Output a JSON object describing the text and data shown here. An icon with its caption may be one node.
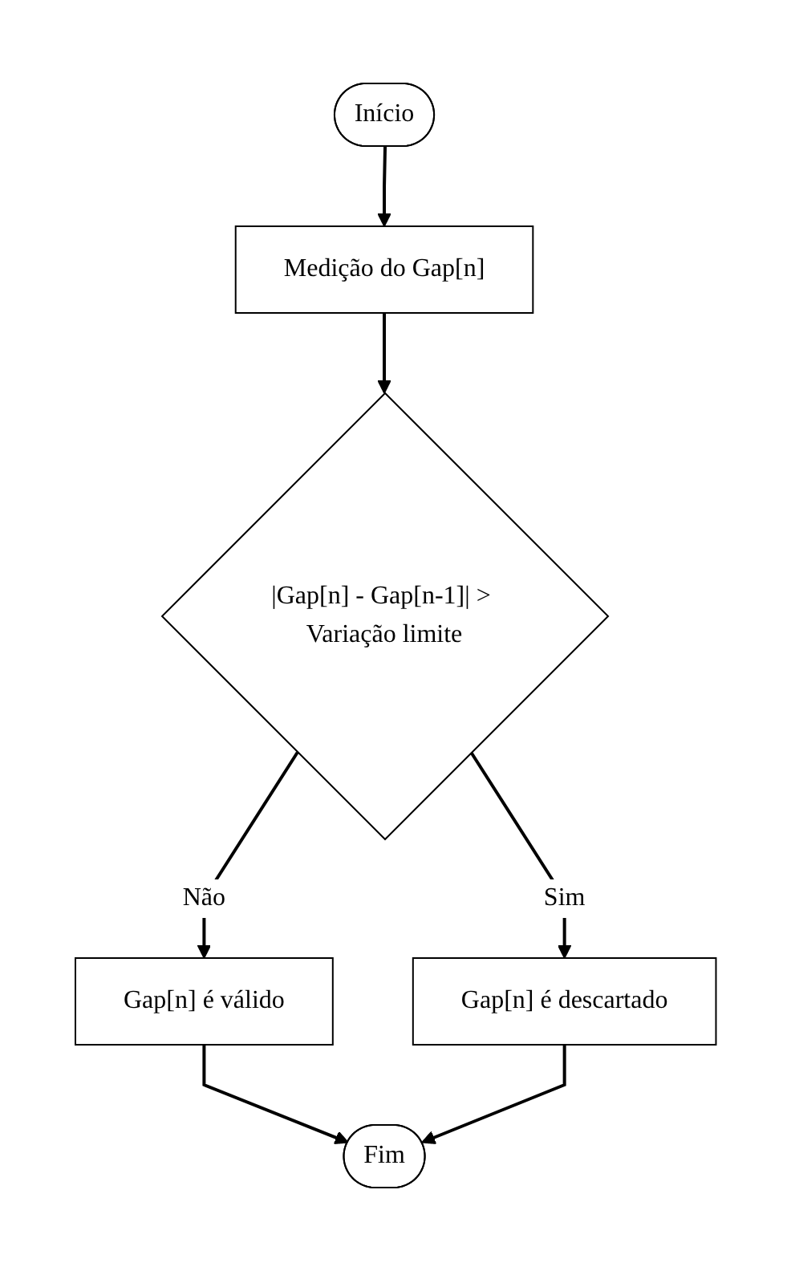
{
  "diagram": {
    "nodes": [
      {
        "text": [
          "Início"
        ]
      },
      {
        "text": [
          "Medição do Gap[n]"
        ]
      },
      {
        "text": [
          "|Gap[n] - Gap[n-1]| > Variação limite"
        ]
      },
      {
        "text": [
          "Gap[n] é válido"
        ]
      },
      {
        "text": [
          "Gap[n] é descartado"
        ]
      },
      {
        "text": [
          "Fim"
        ]
      }
    ],
    "edges": [
      {
        "from": 0,
        "to": 1,
        "arrow": "to"
      },
      {
        "from": 1,
        "to": 2,
        "arrow": "to"
      },
      {
        "from": 2,
        "to": 3,
        "label": "Não",
        "arrow": "to"
      },
      {
        "from": 2,
        "to": 4,
        "label": "Sim",
        "arrow": "to"
      },
      {
        "from": 3,
        "to": 5,
        "arrow": "to"
      },
      {
        "from": 4,
        "to": 5,
        "arrow": "to"
      }
    ]
  }
}
